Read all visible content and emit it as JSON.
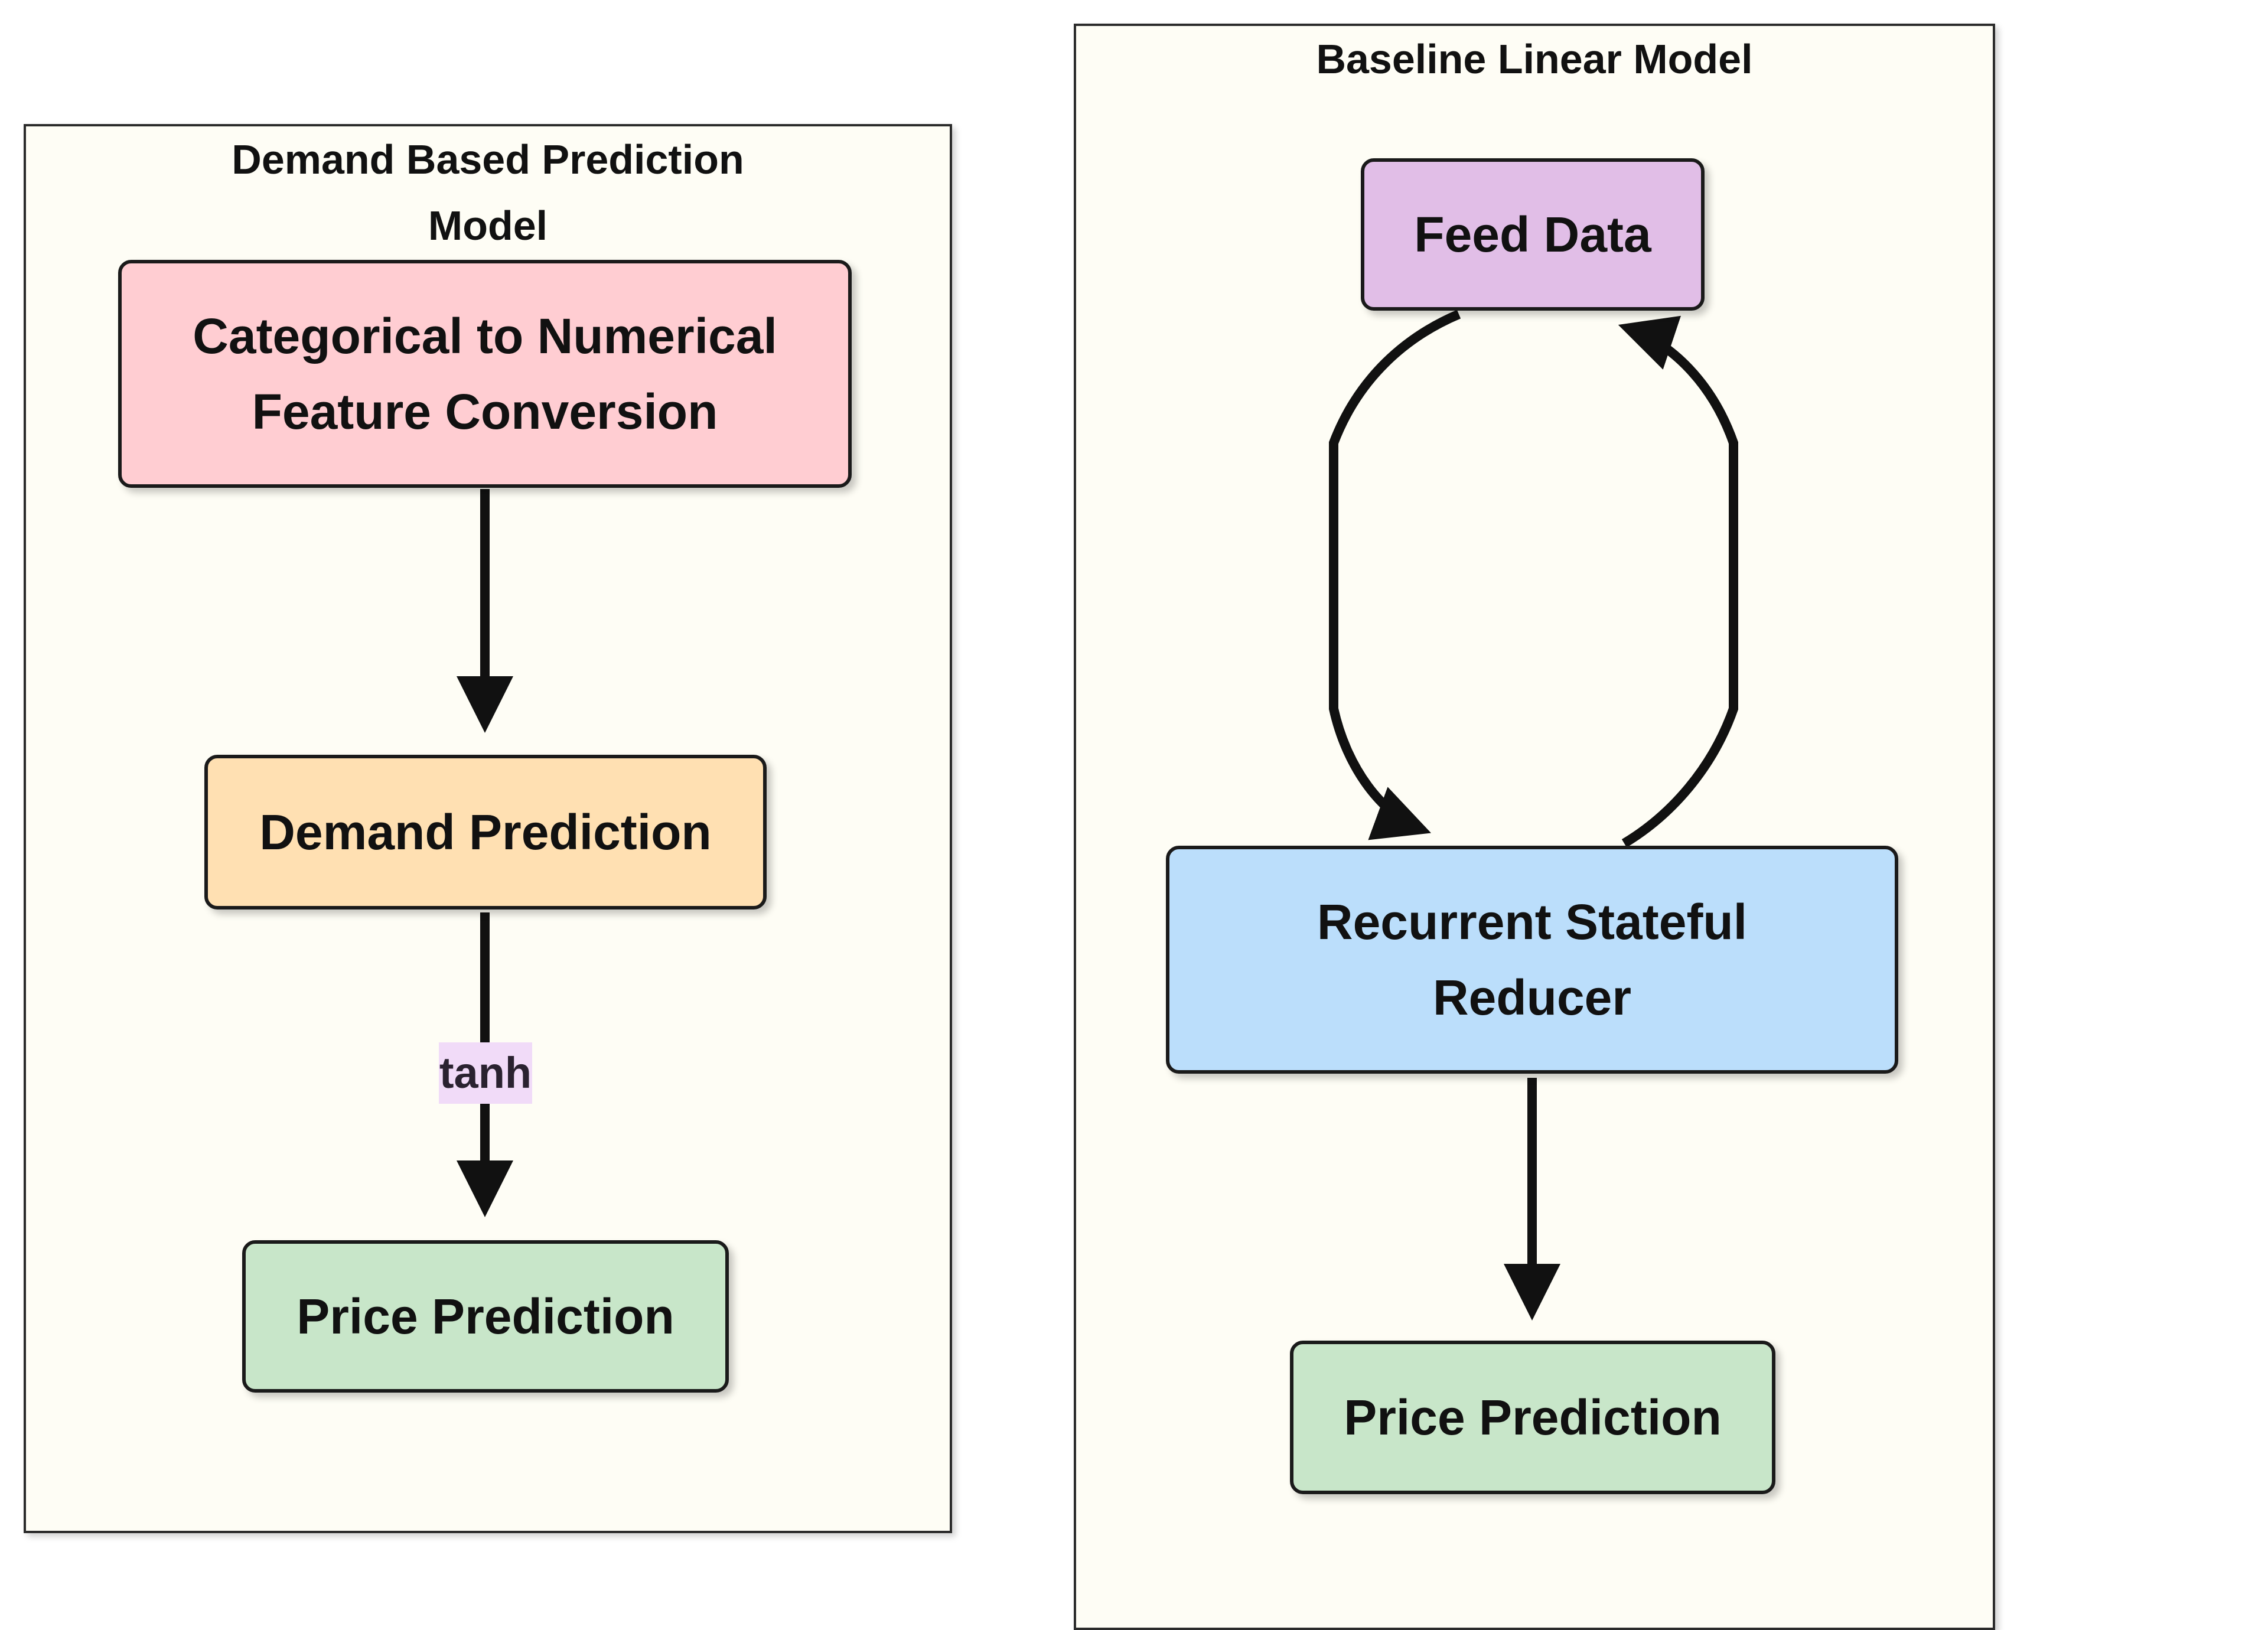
{
  "left_panel": {
    "title": "Demand Based Prediction\nModel",
    "nodes": {
      "conversion": {
        "label": "Categorical to Numerical\nFeature Conversion",
        "color": "#ffcdd2"
      },
      "demand": {
        "label": "Demand Prediction",
        "color": "#ffe0b2"
      },
      "price": {
        "label": "Price Prediction",
        "color": "#c8e6c9"
      }
    },
    "edge_label": "tanh"
  },
  "right_panel": {
    "title": "Baseline Linear Model",
    "nodes": {
      "feed": {
        "label": "Feed Data",
        "color": "#e1bee7"
      },
      "reducer": {
        "label": "Recurrent Stateful\nReducer",
        "color": "#bbdefb"
      },
      "price": {
        "label": "Price Prediction",
        "color": "#c8e6c9"
      }
    }
  },
  "colors": {
    "panel_fill": "#fefdf5",
    "edge": "#111111",
    "edge_label_bg": "#f1dbf8"
  }
}
